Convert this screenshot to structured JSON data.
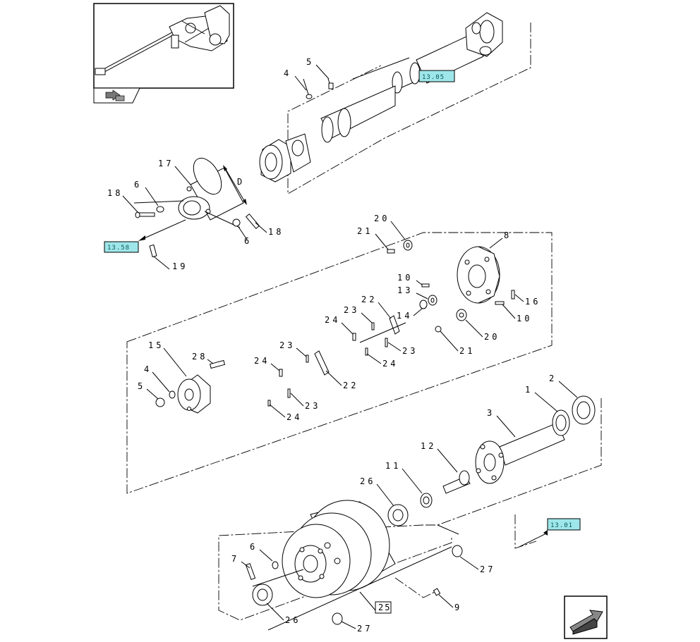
{
  "callouts": {
    "c1": "1",
    "c2": "2",
    "c3": "3",
    "c4a": "4",
    "c4b": "4",
    "c5a": "5",
    "c5b": "5",
    "c6a": "6",
    "c6b": "6",
    "c6c": "6",
    "c7": "7",
    "c8": "8",
    "c9": "9",
    "c10a": "10",
    "c10b": "10",
    "c11": "11",
    "c12": "12",
    "c13": "13",
    "c14": "14",
    "c15": "15",
    "c16": "16",
    "c17": "17",
    "c18a": "18",
    "c18b": "18",
    "c19": "19",
    "c20a": "20",
    "c20b": "20",
    "c21a": "21",
    "c21b": "21",
    "c22a": "22",
    "c22b": "22",
    "c23a": "23",
    "c23b": "23",
    "c23c": "23",
    "c23d": "23",
    "c24a": "24",
    "c24b": "24",
    "c24c": "24",
    "c24d": "24",
    "c25": "25",
    "c26a": "26",
    "c26b": "26",
    "c27a": "27",
    "c27b": "27",
    "c28": "28",
    "dim_d": "D"
  },
  "refs": {
    "ref_top": "13.05",
    "ref_left": "13.58",
    "ref_right": "13.01"
  },
  "colors": {
    "ref_fill": "#9ee6ea",
    "line": "#000000"
  },
  "icons": {
    "overview_thumbnail": "machine-overview-thumbnail",
    "nav_top": "previous-page-arrow-icon",
    "nav_bottom": "next-page-arrow-icon"
  }
}
